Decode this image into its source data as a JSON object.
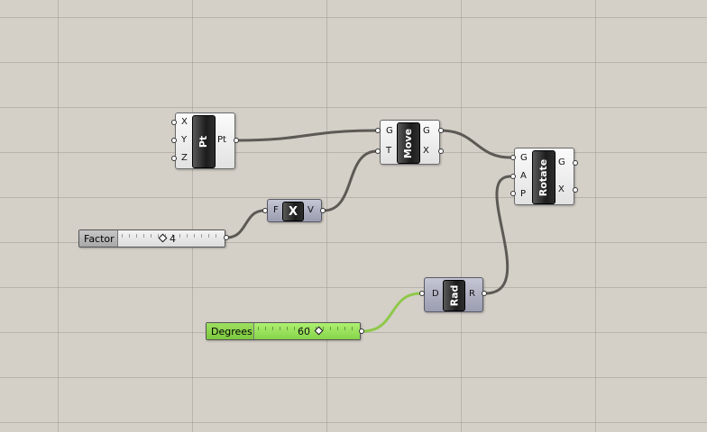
{
  "components": {
    "pt": {
      "name": "Pt",
      "inputs": [
        "X",
        "Y",
        "Z"
      ],
      "output": "Pt"
    },
    "move": {
      "name": "Move",
      "inputs": [
        "G",
        "T"
      ],
      "outputs": [
        "G",
        "X"
      ]
    },
    "rotate": {
      "name": "Rotate",
      "inputs": [
        "G",
        "A",
        "P"
      ],
      "outputs": [
        "G",
        "X"
      ]
    },
    "multiply": {
      "name": "X",
      "input": "F",
      "output": "V"
    },
    "rad": {
      "name": "Rad",
      "input": "D",
      "output": "R"
    }
  },
  "sliders": {
    "factor": {
      "label": "Factor",
      "value": "4"
    },
    "degrees": {
      "label": "Degrees",
      "value": "60"
    }
  },
  "colors": {
    "canvas": "#d4d0c8",
    "wire": "#5d5a55",
    "wire_active": "#8fc84a",
    "slider_green": "#8fd84c"
  }
}
